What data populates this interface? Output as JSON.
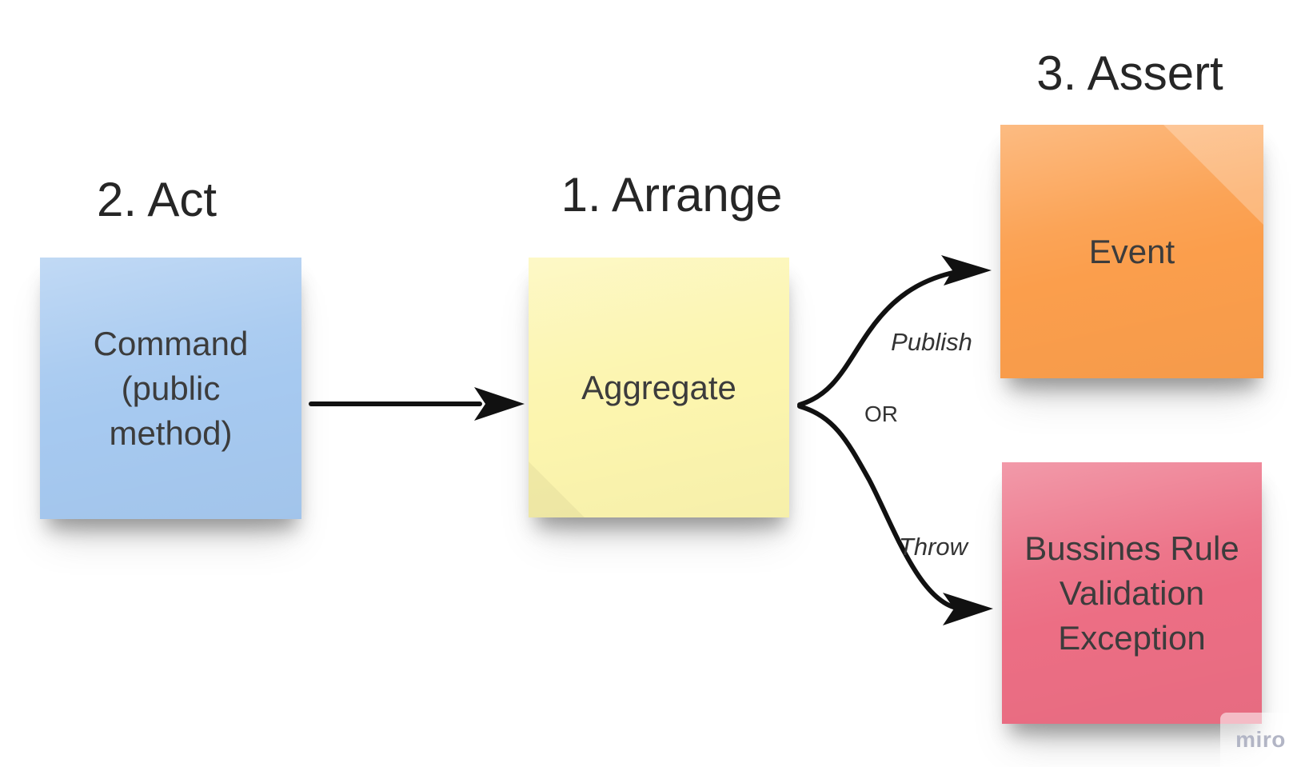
{
  "board": {
    "background_color": "#ffffff",
    "connector_color": "#111111",
    "text_color": "#3c3c3c",
    "heading_color": "#262626",
    "headings": [
      {
        "label": "2. Act"
      },
      {
        "label": "1. Arrange"
      },
      {
        "label": "3. Assert"
      }
    ],
    "notes": [
      {
        "label": "Command (public method)",
        "color": "#a6c9f0"
      },
      {
        "label": "Aggregate",
        "color": "#fcf5ae"
      },
      {
        "label": "Event",
        "color": "#fb9e4c"
      },
      {
        "label": "Bussines Rule Validation Exception",
        "color": "#ec6e84"
      }
    ],
    "connector_labels": {
      "publish": "Publish",
      "or": "OR",
      "throw": "Throw"
    },
    "watermark": "miro"
  }
}
